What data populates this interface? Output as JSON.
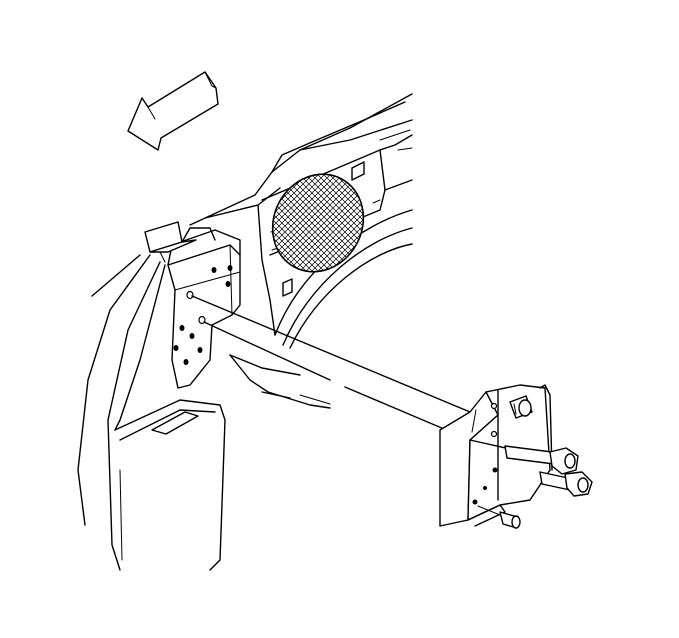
{
  "figure": {
    "kind": "line-art service illustration",
    "description_visible_text": "",
    "ink_color": "#000000",
    "background_color": "#ffffff"
  },
  "parts": {
    "direction_arrow": "direction-arrow-icon",
    "vehicle_body": "body-structure",
    "speaker_grille": "mesh-grille",
    "bracket": "mounting-bracket",
    "bolts_count": 3,
    "pin_count": 1
  }
}
